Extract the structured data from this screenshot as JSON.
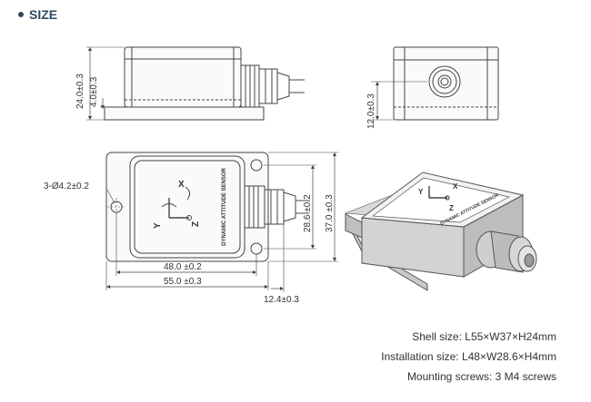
{
  "section": {
    "title": "SIZE"
  },
  "dimensions": {
    "height": "24.0±0.3",
    "flange_thickness": "4.0±0.3",
    "connector_height": "12.0±0.3",
    "hole": "3-Ø4.2±0.2",
    "hole_spacing_w": "28.6 ±0.2",
    "width": "37.0 ±0.3",
    "hole_spacing_l": "48.0 ±0.2",
    "length": "55.0 ±0.3",
    "connector_length": "12.4±0.3"
  },
  "sensor_label": "DYNAMIC ATTITUDE SENSOR",
  "axes": {
    "x": "X",
    "y": "Y",
    "z": "Z"
  },
  "specs": {
    "shell": "Shell size: L55×W37×H24mm",
    "installation": "Installation size: L48×W28.6×H4mm",
    "screws": "Mounting screws: 3 M4 screws"
  }
}
